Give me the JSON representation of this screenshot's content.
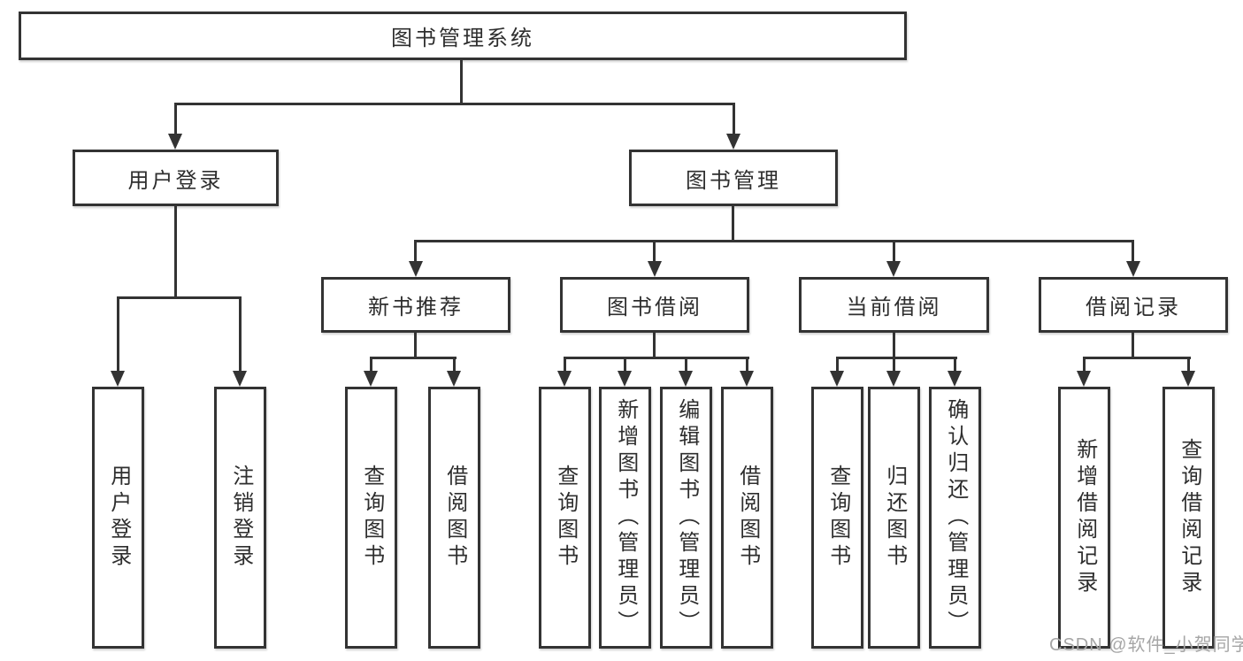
{
  "colors": {
    "line": "#333333",
    "text": "#2e2e2e",
    "background": "#ffffff",
    "watermark": "#a6a6a6"
  },
  "watermark": {
    "text": "CSDN @软件_小贺同学"
  },
  "tree": {
    "root": {
      "label": "图书管理系统",
      "children": [
        {
          "label": "用户登录",
          "children": [
            {
              "label": "用户登录"
            },
            {
              "label": "注销登录"
            }
          ]
        },
        {
          "label": "图书管理",
          "children": [
            {
              "label": "新书推荐",
              "children": [
                {
                  "label": "查询图书"
                },
                {
                  "label": "借阅图书"
                }
              ]
            },
            {
              "label": "图书借阅",
              "children": [
                {
                  "label": "查询图书"
                },
                {
                  "label": "新增图书（管理员）"
                },
                {
                  "label": "编辑图书（管理员）"
                },
                {
                  "label": "借阅图书"
                }
              ]
            },
            {
              "label": "当前借阅",
              "children": [
                {
                  "label": "查询图书"
                },
                {
                  "label": "归还图书"
                },
                {
                  "label": "确认归还（管理员）"
                }
              ]
            },
            {
              "label": "借阅记录",
              "children": [
                {
                  "label": "新增借阅记录"
                },
                {
                  "label": "查询借阅记录"
                }
              ]
            }
          ]
        }
      ]
    }
  }
}
